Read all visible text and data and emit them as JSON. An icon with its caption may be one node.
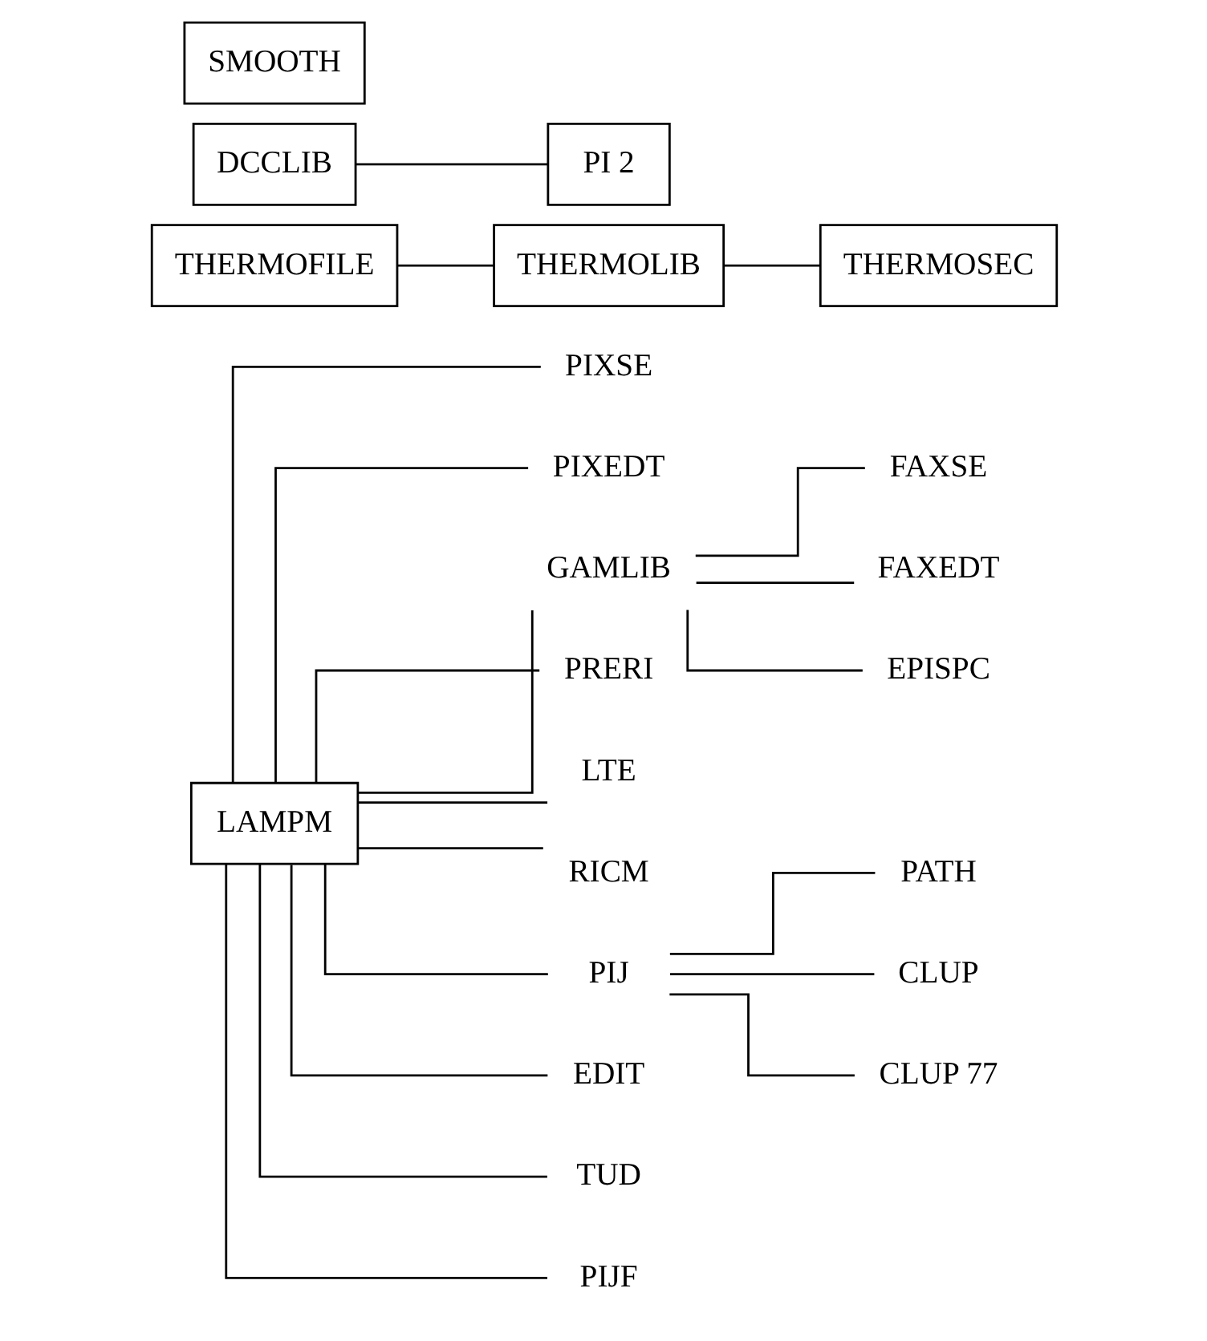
{
  "diagram": {
    "nodes": [
      {
        "text": [
          "LAMPM"
        ]
      },
      {
        "text": [
          "PIXSE"
        ]
      },
      {
        "text": [
          "PIXEDT"
        ]
      },
      {
        "text": [
          "GAMLIB"
        ]
      },
      {
        "text": [
          "FAXSE"
        ]
      },
      {
        "text": [
          "FAXEDT"
        ]
      },
      {
        "text": [
          "EPISPC"
        ]
      },
      {
        "text": [
          "PRERI"
        ]
      },
      {
        "text": [
          "LTE"
        ]
      },
      {
        "text": [
          "RICM"
        ]
      },
      {
        "text": [
          "PIJ"
        ]
      },
      {
        "text": [
          "PATH"
        ]
      },
      {
        "text": [
          "CLUP"
        ]
      },
      {
        "text": [
          "CLUP 77"
        ]
      },
      {
        "text": [
          "EDIT"
        ]
      },
      {
        "text": [
          "TUD"
        ]
      },
      {
        "text": [
          "PIJF"
        ]
      },
      {
        "text": [
          "THERMOFILE"
        ]
      },
      {
        "text": [
          "THERMOLIB"
        ]
      },
      {
        "text": [
          "THERMOSEC"
        ]
      },
      {
        "text": [
          "DCCLIB"
        ]
      },
      {
        "text": [
          "PI 2"
        ]
      },
      {
        "text": [
          "SMOOTH"
        ]
      }
    ],
    "edges": [
      {
        "from": 0,
        "to": 1,
        "arrow": "none"
      },
      {
        "from": 0,
        "to": 2,
        "arrow": "none"
      },
      {
        "from": 0,
        "to": 3,
        "arrow": "none"
      },
      {
        "from": 3,
        "to": 4,
        "arrow": "none"
      },
      {
        "from": 3,
        "to": 5,
        "arrow": "none"
      },
      {
        "from": 3,
        "to": 6,
        "arrow": "none"
      },
      {
        "from": 0,
        "to": 7,
        "arrow": "none"
      },
      {
        "from": 0,
        "to": 8,
        "arrow": "none"
      },
      {
        "from": 0,
        "to": 9,
        "arrow": "none"
      },
      {
        "from": 0,
        "to": 10,
        "arrow": "none"
      },
      {
        "from": 10,
        "to": 11,
        "arrow": "none"
      },
      {
        "from": 10,
        "to": 12,
        "arrow": "none"
      },
      {
        "from": 10,
        "to": 13,
        "arrow": "none"
      },
      {
        "from": 0,
        "to": 14,
        "arrow": "none"
      },
      {
        "from": 0,
        "to": 15,
        "arrow": "none"
      },
      {
        "from": 0,
        "to": 16,
        "arrow": "none"
      },
      {
        "from": 17,
        "to": 18,
        "arrow": "none"
      },
      {
        "from": 18,
        "to": 19,
        "arrow": "none"
      },
      {
        "from": 20,
        "to": 21,
        "arrow": "none"
      }
    ]
  }
}
